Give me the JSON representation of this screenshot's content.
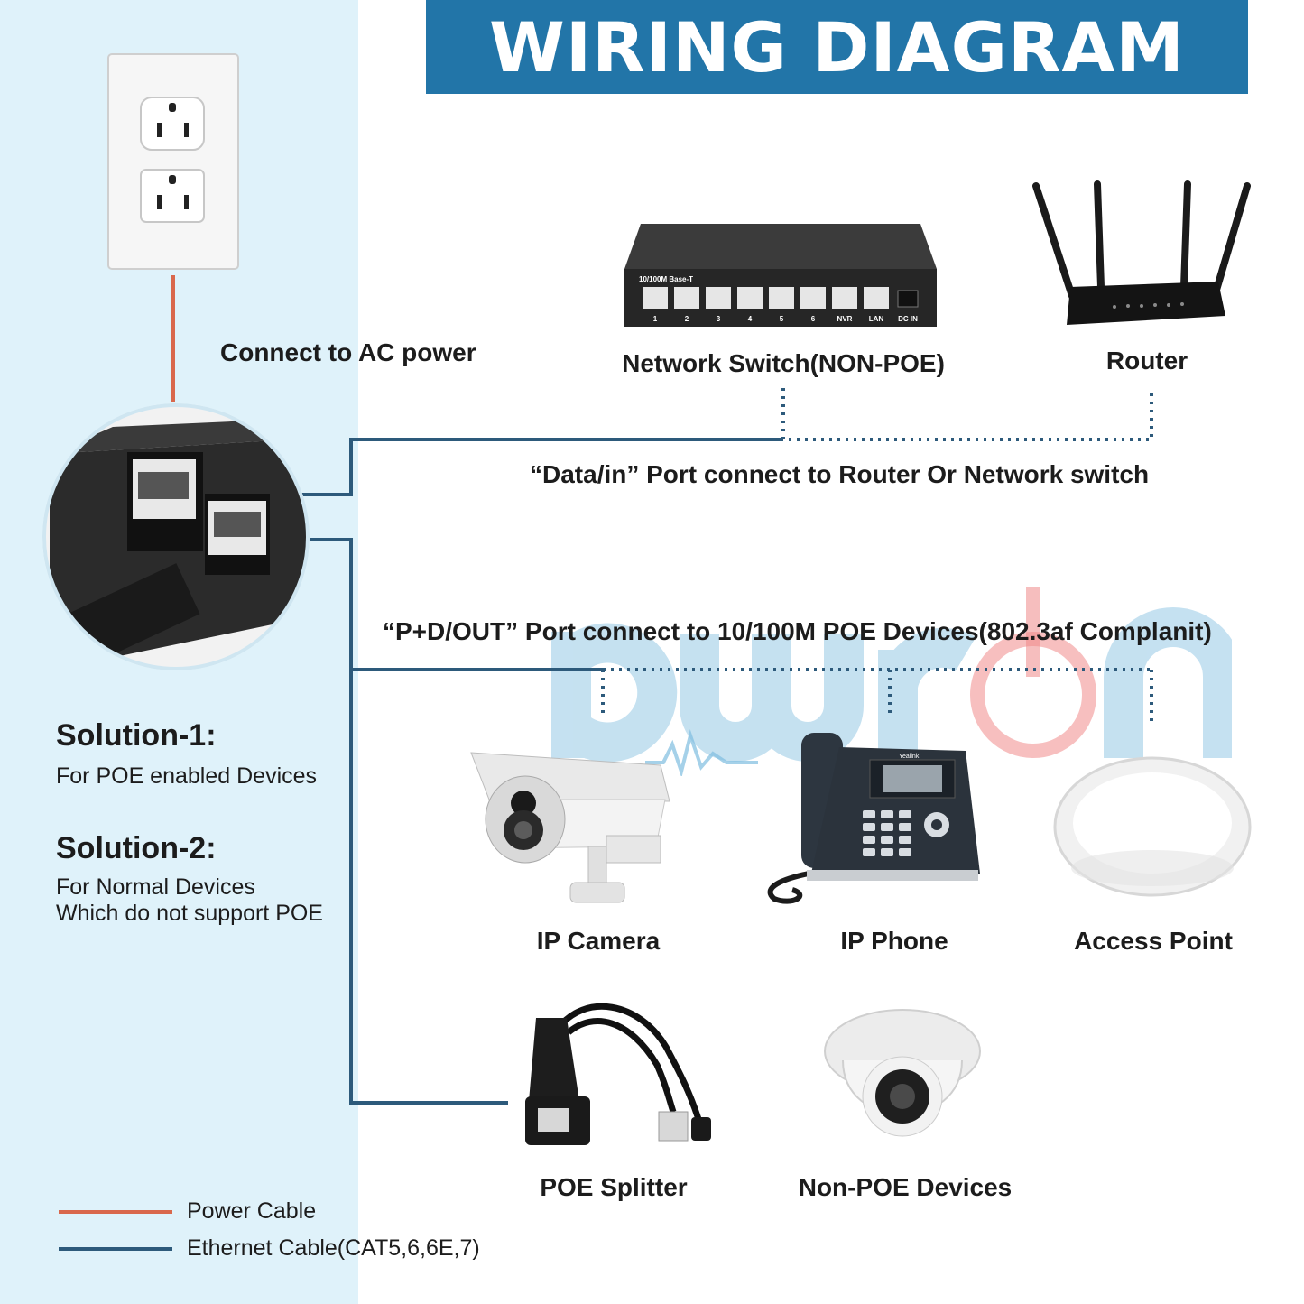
{
  "title": "WIRING DIAGRAM",
  "colors": {
    "left_panel": "#dff2fa",
    "title_bar": "#2275a8",
    "power_cable": "#d9684c",
    "ethernet_cable": "#2d5a7b"
  },
  "labels": {
    "ac_power": "Connect to AC power",
    "network_switch": "Network Switch(NON-POE)",
    "router": "Router",
    "data_in": "“Data/in” Port connect to Router Or Network switch",
    "pd_out": "“P+D/OUT” Port connect to 10/100M POE Devices(802.3af Complanit)",
    "ip_camera": "IP Camera",
    "ip_phone": "IP Phone",
    "access_point": "Access Point",
    "poe_splitter": "POE Splitter",
    "non_poe": "Non-POE Devices"
  },
  "switch_panel": {
    "header": "10/100M Base-T",
    "ports": [
      "1",
      "2",
      "3",
      "4",
      "5",
      "6",
      "NVR",
      "LAN"
    ],
    "dc": "DC IN"
  },
  "phone_brand": "Yealink",
  "watermark": "pwron",
  "solutions": [
    {
      "title": "Solution-1:",
      "lines": [
        "For POE enabled Devices"
      ]
    },
    {
      "title": "Solution-2:",
      "lines": [
        "For Normal Devices",
        "Which do not support POE"
      ]
    }
  ],
  "legend": [
    {
      "label": "Power Cable",
      "color": "#d9684c"
    },
    {
      "label": "Ethernet Cable(CAT5,6,6E,7)",
      "color": "#2d5a7b"
    }
  ]
}
